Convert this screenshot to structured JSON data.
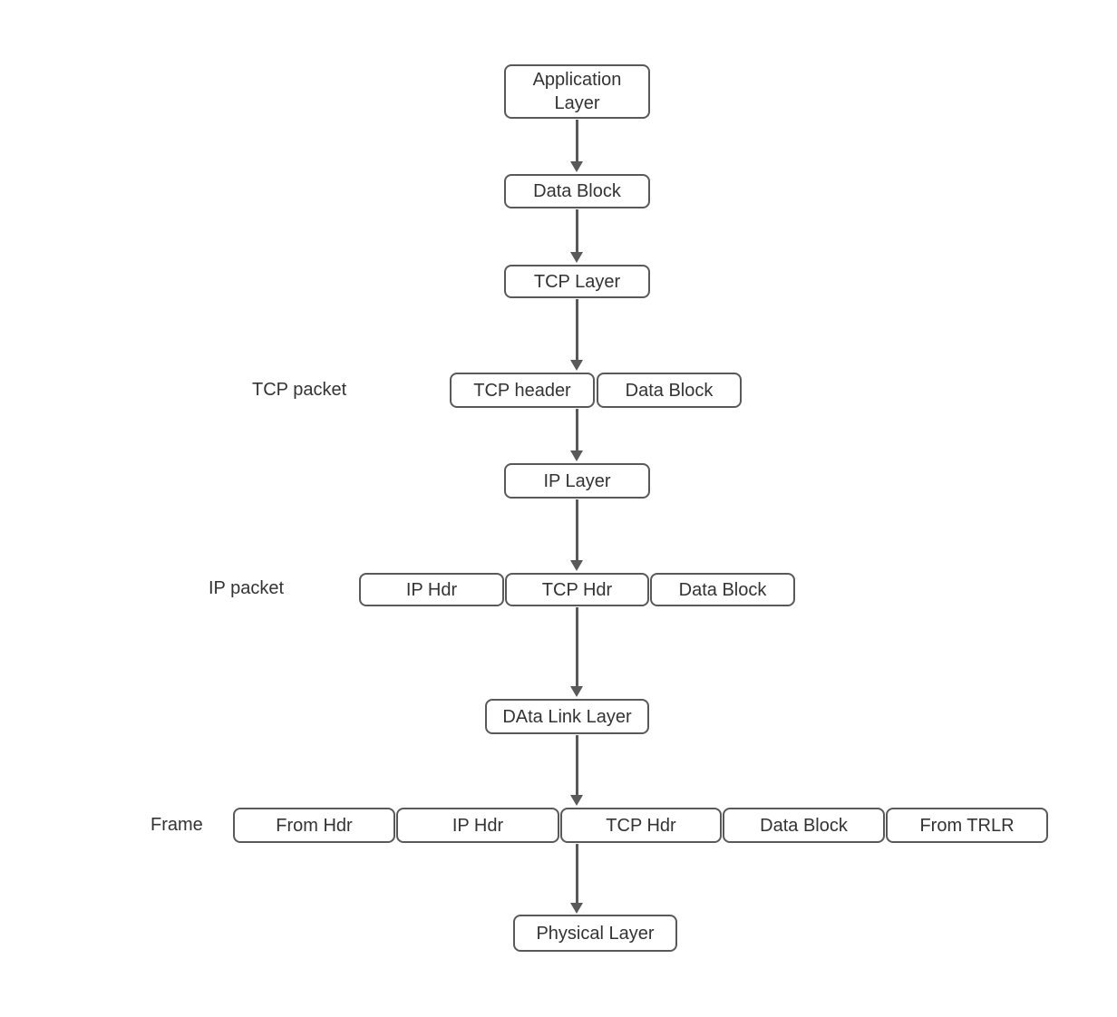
{
  "colors": {
    "background": "#ffffff",
    "box_border": "#595959",
    "box_fill": "#ffffff",
    "text": "#333333",
    "arrow": "#595959"
  },
  "diagram": {
    "column": {
      "application_layer": "Application Layer",
      "data_block": "Data Block",
      "tcp_layer": "TCP Layer",
      "ip_layer": "IP Layer",
      "data_link_layer": "DAta Link Layer",
      "physical_layer": "Physical Layer"
    },
    "tcp_packet": {
      "label": "TCP packet",
      "cells": [
        "TCP header",
        "Data Block"
      ]
    },
    "ip_packet": {
      "label": "IP packet",
      "cells": [
        "IP Hdr",
        "TCP Hdr",
        "Data Block"
      ]
    },
    "frame": {
      "label": "Frame",
      "cells": [
        "From Hdr",
        "IP Hdr",
        "TCP Hdr",
        "Data Block",
        "From TRLR"
      ]
    }
  }
}
